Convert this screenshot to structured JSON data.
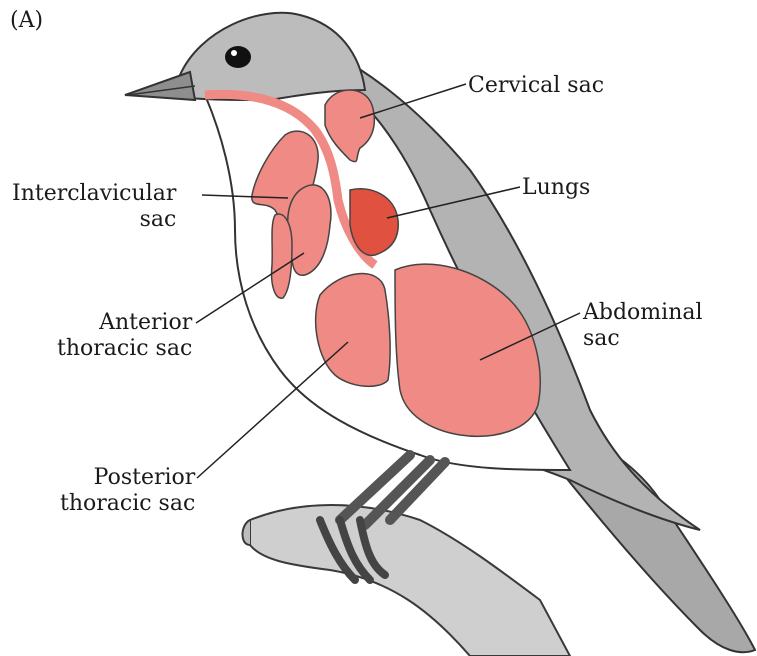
{
  "panel_letter": "(A)",
  "labels": {
    "cervical": "Cervical sac",
    "lungs": "Lungs",
    "abdominal_1": "Abdominal",
    "abdominal_2": "sac",
    "interclavicular_1": "Interclavicular",
    "interclavicular_2": "sac",
    "anterior_1": "Anterior",
    "anterior_2": "thoracic sac",
    "posterior_1": "Posterior",
    "posterior_2": "thoracic sac"
  },
  "colors": {
    "sac": "#f08a84",
    "lung": "#e0513f",
    "plumage": "#b8b8b8",
    "belly": "#ffffff",
    "perch": "#c9c9c9",
    "beak": "#8e8e8e"
  }
}
